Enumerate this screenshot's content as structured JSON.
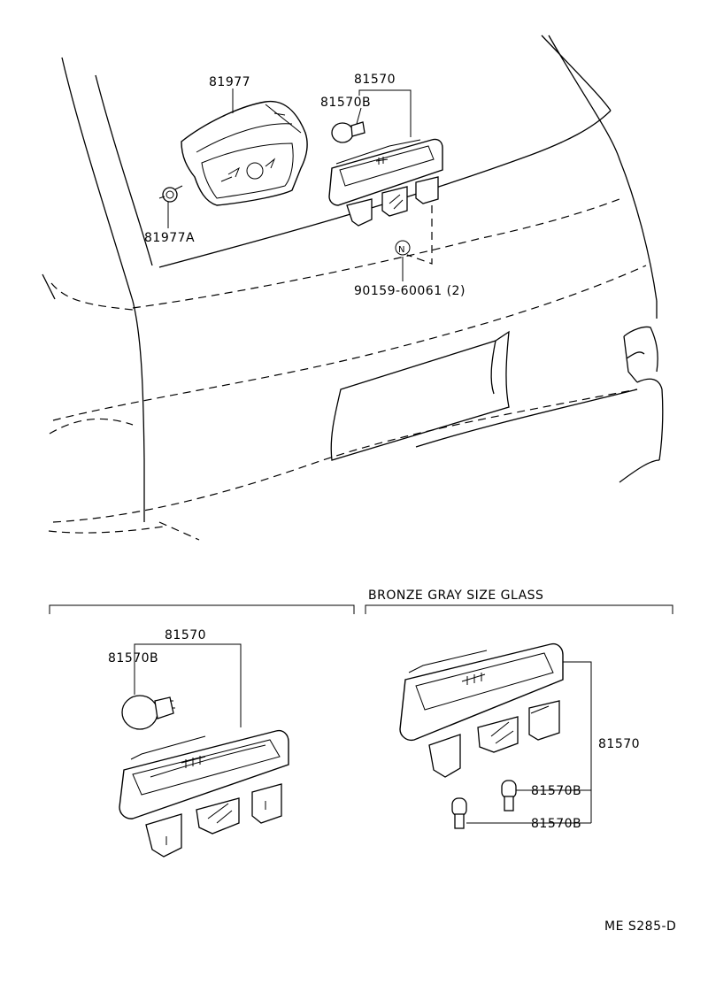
{
  "labels": {
    "p81977": "81977",
    "p81977a": "81977A",
    "p81570_top": "81570",
    "p81570b_top": "81570B",
    "bolt": "90159-60061 (2)",
    "bolt_symbol": "N",
    "section_title": "BRONZE  GRAY  SIZE  GLASS",
    "p81570_left": "81570",
    "p81570b_left": "81570B",
    "p81570_right": "81570",
    "p81570b_right_a": "81570B",
    "p81570b_right_b": "81570B",
    "code": "ME  S285-D"
  }
}
